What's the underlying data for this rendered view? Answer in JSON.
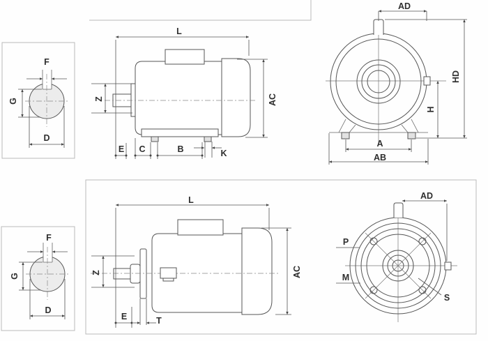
{
  "figure": {
    "kind": "motor-outline-dimension-drawings",
    "line_color": "#555555",
    "frame_color": "#b9b9b9",
    "label_color": "#2e2e2e"
  },
  "top_row": {
    "shaft_end_view": {
      "labels": {
        "f": "F",
        "g": "G",
        "d": "D"
      }
    },
    "side_view": {
      "labels": {
        "l": "L",
        "z": "Z",
        "ac": "AC",
        "e": "E",
        "c": "C",
        "b": "B",
        "k": "K"
      }
    },
    "front_view": {
      "labels": {
        "ad": "AD",
        "hd": "HD",
        "h": "H",
        "a": "A",
        "ab": "AB"
      }
    }
  },
  "bottom_row": {
    "shaft_end_view": {
      "labels": {
        "f": "F",
        "g": "G",
        "d": "D"
      }
    },
    "side_view": {
      "labels": {
        "l": "L",
        "z": "Z",
        "ac": "AC",
        "e": "E",
        "t": "T"
      }
    },
    "front_view": {
      "labels": {
        "ad": "AD",
        "p": "P",
        "m": "M",
        "s": "S"
      }
    }
  }
}
